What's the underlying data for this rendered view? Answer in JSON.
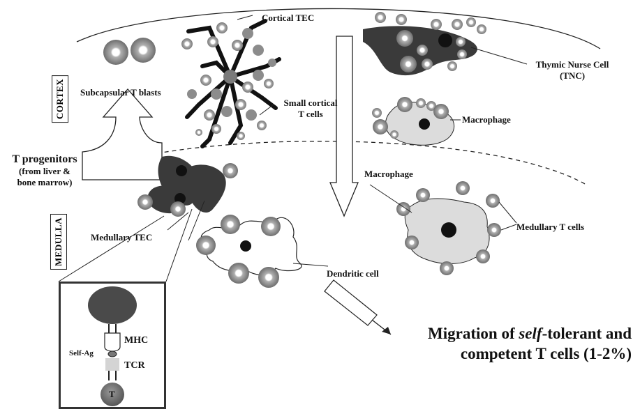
{
  "regions": {
    "cortex": "CORTEX",
    "medulla": "MEDULLA"
  },
  "labels": {
    "cortical_tec": "Cortical TEC",
    "thymic_nurse_cell": "Thymic Nurse Cell",
    "tnc_abbrev": "(TNC)",
    "subcapsular_t_blasts": "Subcapsular T blasts",
    "small_cortical": "Small cortical",
    "t_cells": "T cells",
    "macrophage_cortex": "Macrophage",
    "t_progenitors": "T progenitors",
    "from_liver": "(from liver &",
    "bone_marrow": "bone marrow)",
    "macrophage_medulla": "Macrophage",
    "medullary_tec": "Medullary TEC",
    "medullary_t_cells": "Medullary T cells",
    "dendritic_cell": "Dendritic cell"
  },
  "inset": {
    "mhc": "MHC",
    "self_ag": "Self-Ag",
    "tcr": "TCR",
    "t": "T"
  },
  "migration": {
    "prefix": "Migration of ",
    "emphasis": "self",
    "suffix": "-tolerant and competent T cells (1-2%)"
  },
  "colors": {
    "cell_gray": "#8c8c8c",
    "dark": "#3a3a3a",
    "light_fill": "#dcdcdc",
    "line": "#111111"
  }
}
